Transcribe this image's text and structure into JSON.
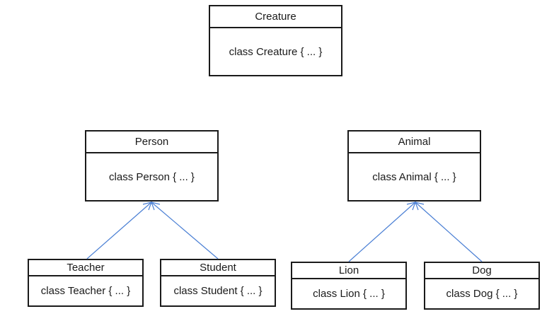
{
  "diagram": {
    "line_color": "#4a7fd4",
    "border_color": "#1a1a1a",
    "classes": {
      "creature": {
        "name": "Creature",
        "body": "class Creature { ... }"
      },
      "person": {
        "name": "Person",
        "body": "class Person { ... }"
      },
      "animal": {
        "name": "Animal",
        "body": "class Animal { ... }"
      },
      "teacher": {
        "name": "Teacher",
        "body": "class Teacher { ... }"
      },
      "student": {
        "name": "Student",
        "body": "class Student { ... }"
      },
      "lion": {
        "name": "Lion",
        "body": "class Lion { ... }"
      },
      "dog": {
        "name": "Dog",
        "body": "class Dog { ... }"
      }
    },
    "edges": [
      {
        "from": "Teacher",
        "to": "Person",
        "type": "inheritance"
      },
      {
        "from": "Student",
        "to": "Person",
        "type": "inheritance"
      },
      {
        "from": "Lion",
        "to": "Animal",
        "type": "inheritance"
      },
      {
        "from": "Dog",
        "to": "Animal",
        "type": "inheritance"
      }
    ]
  }
}
